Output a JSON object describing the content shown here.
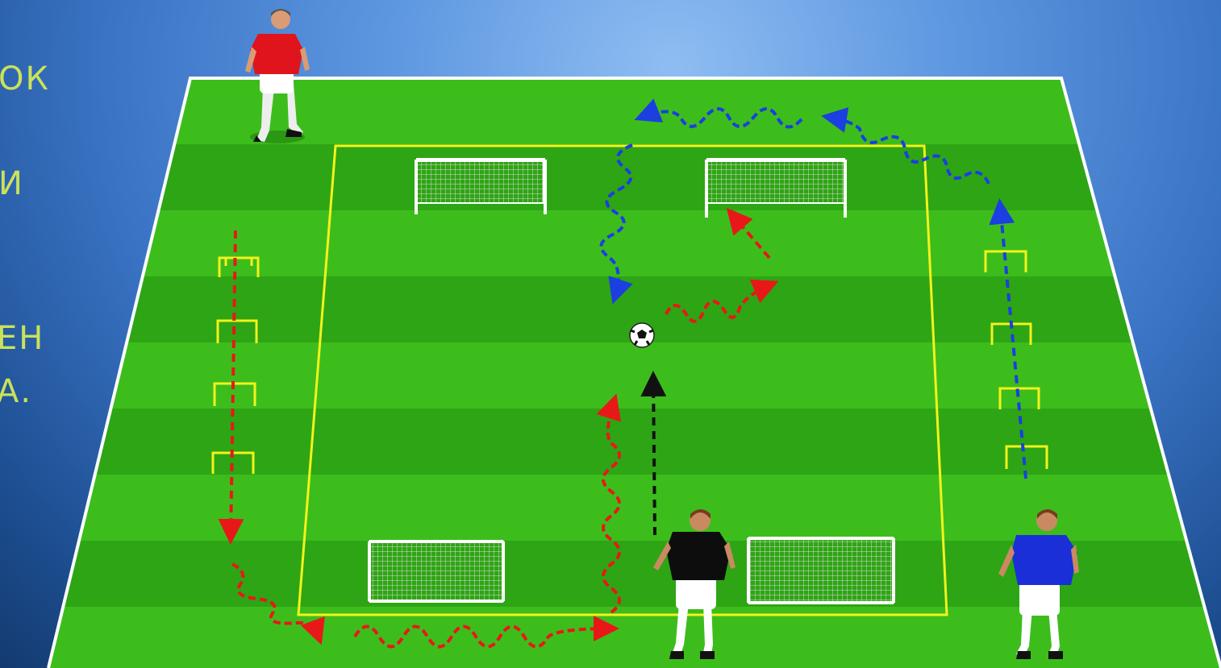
{
  "side_text": [
    "ОК",
    "И",
    "ЕН",
    "А."
  ],
  "colors": {
    "pitch_light": "#3dbd1c",
    "pitch_dark": "#2ea514",
    "field_line": "#f3f31a",
    "red_path": "#e81818",
    "blue_path": "#1b3fe0",
    "black_path": "#111111",
    "red_kit": "#e0141c",
    "blue_kit": "#1a2fd8",
    "black_kit": "#0d0d0d"
  },
  "players": [
    "player-red",
    "player-black",
    "player-blue"
  ],
  "icons": [
    "soccer-ball-icon",
    "goal-icon",
    "hurdle-icon",
    "arrow-icon"
  ]
}
